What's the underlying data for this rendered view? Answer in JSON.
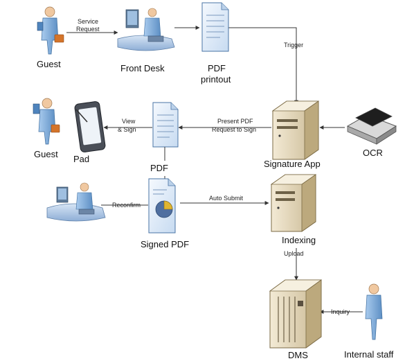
{
  "nodes": {
    "guest_top": "Guest",
    "front_desk": "Front Desk",
    "pdf_printout_1": "PDF",
    "pdf_printout_2": "printout",
    "guest_mid": "Guest",
    "pad": "Pad",
    "pdf": "PDF",
    "signature_app": "Signature App",
    "ocr": "OCR",
    "signed_pdf": "Signed PDF",
    "indexing": "Indexing",
    "dms": "DMS",
    "internal_staff": "Internal staff"
  },
  "edges": {
    "service_request_1": "Service",
    "service_request_2": "Request",
    "trigger": "Trigger",
    "view_sign_1": "View",
    "view_sign_2": "& Sign",
    "present_pdf_1": "Present PDF",
    "present_pdf_2": "Request to Sign",
    "reconfirm": "Reconfirm",
    "auto_submit": "Auto Submit",
    "upload": "Upload",
    "inquiry": "Inquiry"
  },
  "colors": {
    "person_body": "#8fb9e3",
    "person_skin": "#f0c8a0",
    "server_body": "#e8dcc0",
    "desk_surface": "#b8cde6",
    "pdf_page": "#e6f0fb",
    "briefcase": "#d4742a"
  }
}
